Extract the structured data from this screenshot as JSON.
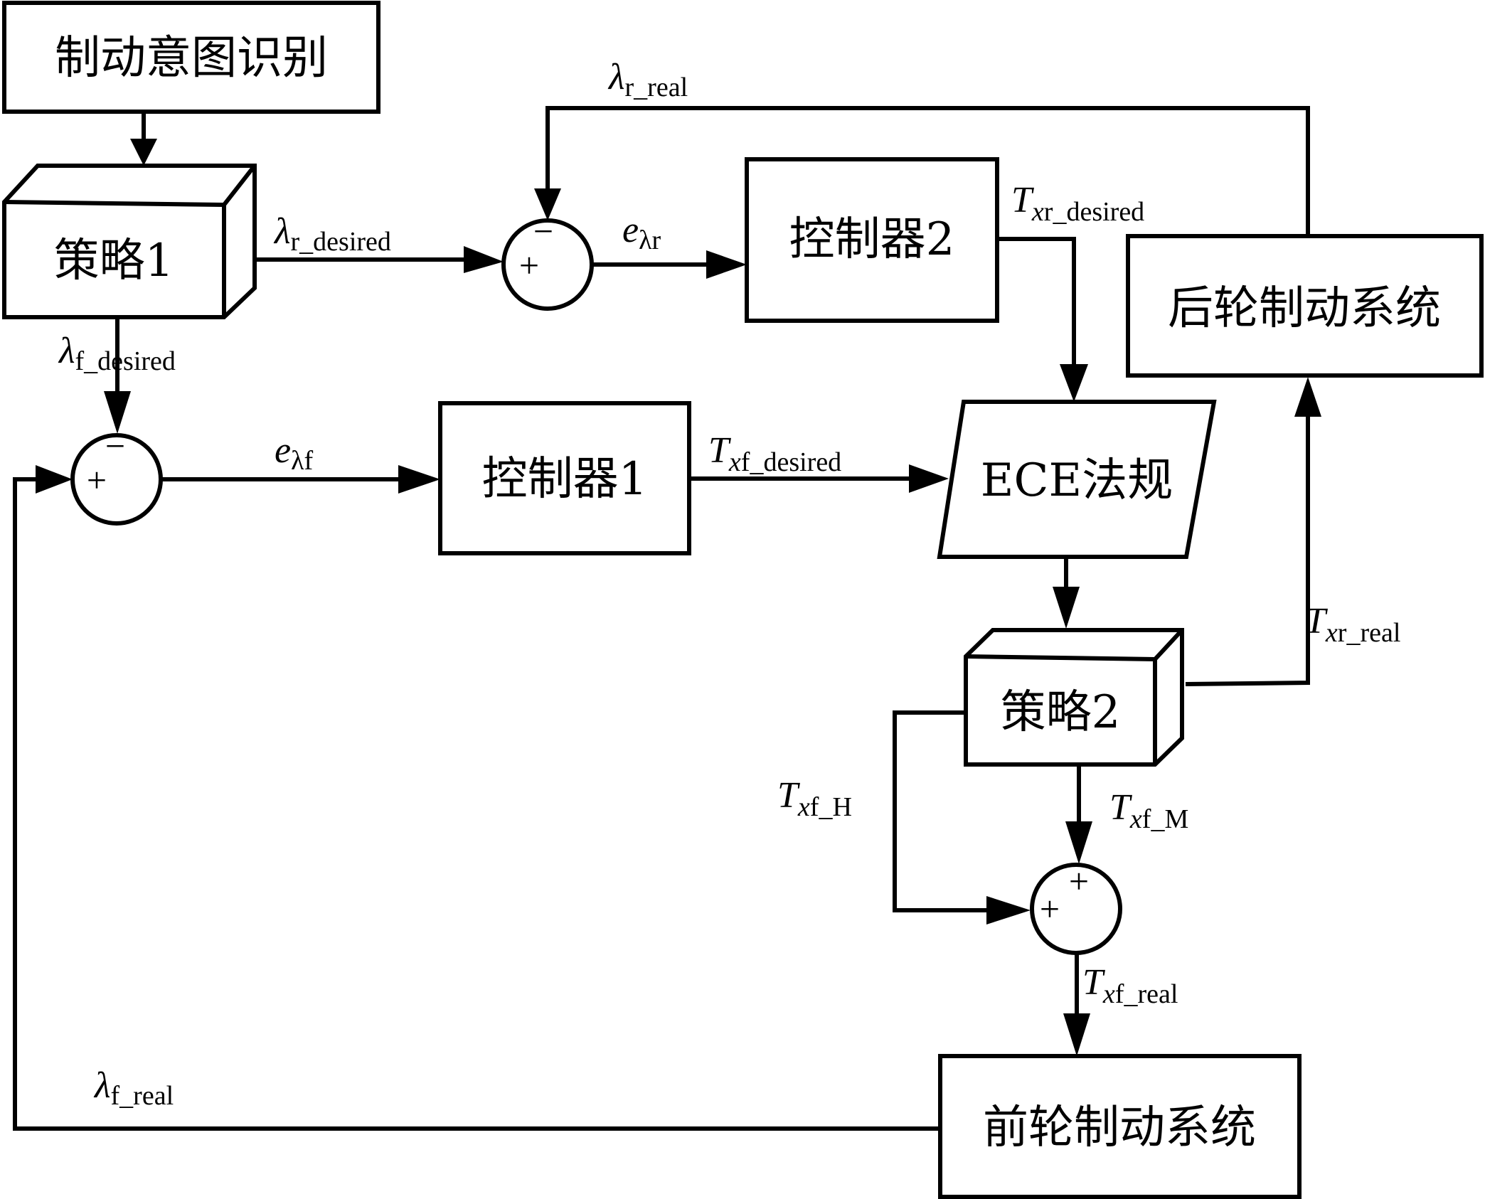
{
  "diagram": {
    "blocks": {
      "intent": "制动意图识别",
      "strategy1": "策略1",
      "controller2": "控制器2",
      "rear_brake": "后轮制动系统",
      "controller1": "控制器1",
      "ece": "ECE法规",
      "strategy2": "策略2",
      "front_brake": "前轮制动系统"
    },
    "signals": {
      "lambda_r_real": {
        "main": "λ",
        "sub": "r_real"
      },
      "lambda_r_desired": {
        "main": "λ",
        "sub": "r_desired"
      },
      "lambda_f_desired": {
        "main": "λ",
        "sub": "f_desired"
      },
      "e_lambda_r": {
        "main": "e",
        "sub": "λr"
      },
      "e_lambda_f": {
        "main": "e",
        "sub": "λf"
      },
      "T_xr_desired": {
        "main": "T",
        "sub_italic": "x",
        "sub": "r_desired"
      },
      "T_xf_desired": {
        "main": "T",
        "sub_italic": "x",
        "sub": "f_desired"
      },
      "T_xr_real": {
        "main": "T",
        "sub_italic": "x",
        "sub": "r_real"
      },
      "T_xf_H": {
        "main": "T",
        "sub_italic": "x",
        "sub": "f_H"
      },
      "T_xf_M": {
        "main": "T",
        "sub_italic": "x",
        "sub": "f_M"
      },
      "T_xf_real": {
        "main": "T",
        "sub_italic": "x",
        "sub": "f_real"
      },
      "lambda_f_real": {
        "main": "λ",
        "sub": "f_real"
      }
    },
    "summing_junctions": {
      "sum_rear": {
        "top": "−",
        "left": "+"
      },
      "sum_front": {
        "top": "−",
        "left": "+"
      },
      "sum_torque": {
        "top": "+",
        "left": "+"
      }
    }
  }
}
